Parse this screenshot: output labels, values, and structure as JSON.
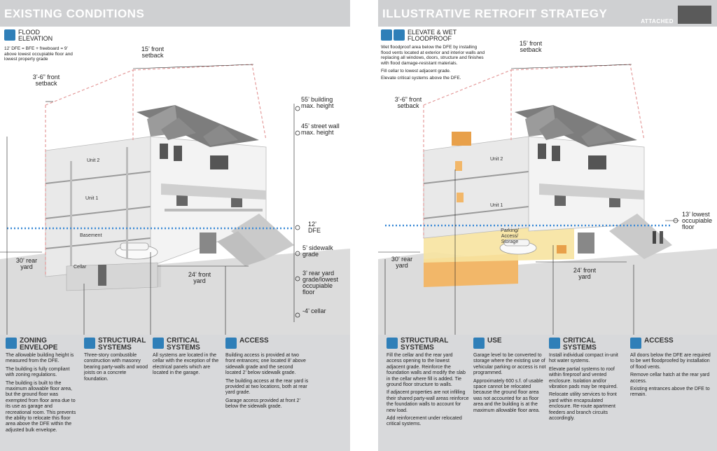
{
  "left": {
    "header_title": "EXISTING CONDITIONS",
    "flood_icon": "flood-elevation-icon",
    "flood_title": "FLOOD ELEVATION",
    "dfe_text": "12’ DFE = BFE + freeboard = 9’ above lowest occupiable floor and lowest property grade",
    "setback_15": "15’ front setback",
    "setback_36": "3’-6” front setback",
    "h55": "55’ building max. height",
    "h45": "45’ street wall max. height",
    "dfe12": "12’ DFE",
    "sidewalk5": "5’ sidewalk grade",
    "rear3": "3’ rear yard grade/lowest occupiable floor",
    "cellar4": "-4’ cellar",
    "rear30": "30’ rear yard",
    "front24": "24’ front yard",
    "room_unit2": "Unit 2",
    "room_unit1": "Unit 1",
    "room_basement": "Basement",
    "room_cellar": "Cellar",
    "cols": [
      {
        "icon": "zoning-envelope-icon",
        "title": "ZONING ENVELOPE",
        "paras": [
          "The allowable building height is measured from the DFE.",
          "The building is fully compliant with zoning regulations.",
          "The building is built to the maximum allowable floor area, but the ground floor was exempted from floor area due to its use as garage and recreational room. This prevents the ability to relocate this floor area above the DFE within the adjusted bulk envelope."
        ]
      },
      {
        "icon": "structural-systems-icon",
        "title": "STRUCTURAL SYSTEMS",
        "paras": [
          "Three-story combustible construction with masonry bearing party-walls and wood joists on a concrete foundation."
        ]
      },
      {
        "icon": "critical-systems-icon",
        "title": "CRITICAL SYSTEMS",
        "paras": [
          "All systems are located in the cellar with the exception of the electrical panels which are located in the garage."
        ]
      },
      {
        "icon": "access-icon",
        "title": "ACCESS",
        "paras": [
          "Building access is provided at two front entrances; one located 8’ above sidewalk grade and the second located 2’ below sidewalk grade.",
          "The building access at the rear yard is provided at two locations, both at rear yard grade.",
          "Garage access provided at front 2’ below the sidewalk grade."
        ]
      }
    ]
  },
  "right": {
    "header_title": "ILLUSTRATIVE RETROFIT STRATEGY",
    "attached": "ATTACHED",
    "strategy_title": "ELEVATE & WET FLOODPROOF",
    "strategy_text": [
      "Wet floodproof area below the DFE by installing flood vents located at exterior and interior walls and replacing all windows, doors, structure and finishes with flood damage-resistant materials.",
      "Fill cellar to lowest adjacent grade.",
      "Elevate critical systems above the DFE."
    ],
    "setback_15": "15’ front setback",
    "setback_36": "3’-6” front setback",
    "lowest13": "13’ lowest occupiable floor",
    "rear30": "30’ rear yard",
    "front24": "24’ front yard",
    "room_unit2": "Unit 2",
    "room_unit1": "Unit 1",
    "room_parking": "Parking/ Access/ Storage",
    "cols": [
      {
        "icon": "structural-systems-icon",
        "title": "STRUCTURAL SYSTEMS",
        "paras": [
          "Fill the cellar and the rear yard access opening to the lowest adjacent grade. Reinforce the foundation walls and modify the slab in the cellar where fill is added. Tie ground floor structure to walls.",
          "If adjacent properties are not infilling their shared party-wall areas reinforce the foundation walls to account for new load.",
          "Add reinforcement under relocated critical systems."
        ]
      },
      {
        "icon": "use-icon",
        "title": "USE",
        "paras": [
          "Garage level to be converted to storage where the existing use of vehicular parking or access is not programmed.",
          "Approximately 600 s.f. of usable space cannot be relocated because the ground floor area was not accounted for as floor area and the building is at the maximum allowable floor area."
        ]
      },
      {
        "icon": "critical-systems-icon",
        "title": "CRITICAL SYSTEMS",
        "paras": [
          "Install individual compact in-unit hot water systems.",
          "Elevate partial systems to roof within fireproof and vented enclosure. Isolation and/or vibration pads may be required.",
          "Relocate utility services to front yard within encapsulated enclosure. Re-route apartment feeders and branch circuits accordingly."
        ]
      },
      {
        "icon": "access-icon",
        "title": "ACCESS",
        "paras": [
          "All doors below the DFE are required to be wet floodproofed by installation of flood vents.",
          "Remove cellar hatch at the rear yard access.",
          "Existing entrances above the DFE to remain."
        ]
      }
    ]
  }
}
